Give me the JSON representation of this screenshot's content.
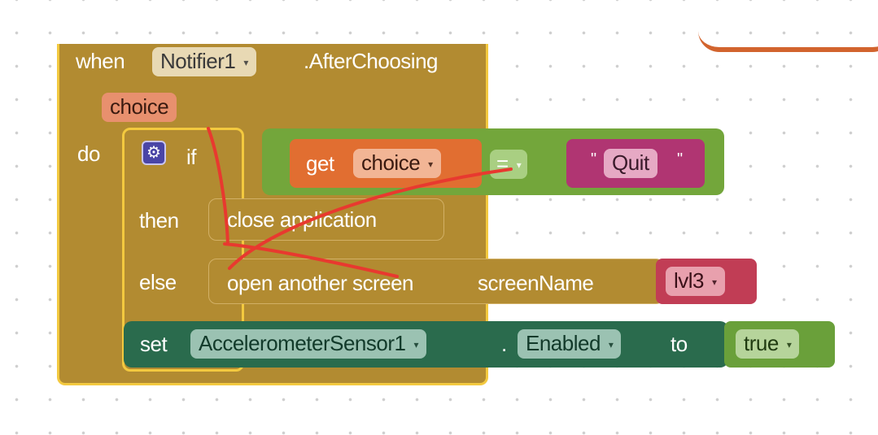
{
  "event": {
    "when": "when",
    "component": "Notifier1",
    "event_name": ".AfterChoosing",
    "param": "choice",
    "do": "do"
  },
  "if_block": {
    "if": "if",
    "then": "then",
    "else": "else"
  },
  "condition": {
    "get": "get",
    "var": "choice",
    "operator": "=",
    "text_open_quote": "\"",
    "text": "Quit",
    "text_close_quote": "\""
  },
  "then_action": {
    "label": "close application"
  },
  "else_action": {
    "label": "open another screen",
    "param_label": "screenName",
    "screen": "lvl3"
  },
  "set_block": {
    "set": "set",
    "component": "AccelerometerSensor1",
    "dot": ".",
    "property": "Enabled",
    "to": "to",
    "value": "true"
  },
  "colors": {
    "event": "#b28b31",
    "event_border": "#f3c93f",
    "logic": "#73a63b",
    "variable": "#e16e31",
    "text": "#b03572",
    "screen_name": "#c13d55",
    "component_set": "#2a6b4d",
    "annotation": "#e8392f"
  },
  "icons": {
    "dropdown": "▾",
    "mutator": "gear-icon"
  }
}
